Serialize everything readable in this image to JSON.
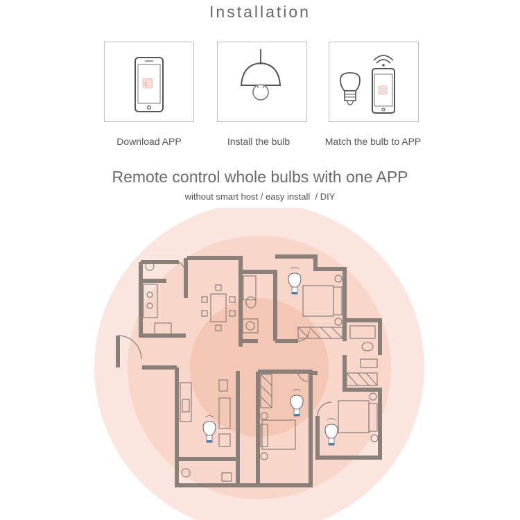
{
  "header": {
    "title": "Installation"
  },
  "steps": [
    {
      "label": "Download APP",
      "icon": "phone-app-icon"
    },
    {
      "label": "Install the bulb",
      "icon": "ceiling-bulb-icon"
    },
    {
      "label": "Match the bulb to APP",
      "icon": "bulb-phone-wifi-icon"
    }
  ],
  "feature": {
    "headline": "Remote control whole bulbs with one APP",
    "subline": "without smart host / easy install  / DIY"
  },
  "colors": {
    "glow_outer": "#fbe6df",
    "glow_mid": "#f8d5c8",
    "glow_inner": "#f4c3b0",
    "wall": "#8a807a",
    "accent_bulb": "#3b82c4"
  }
}
